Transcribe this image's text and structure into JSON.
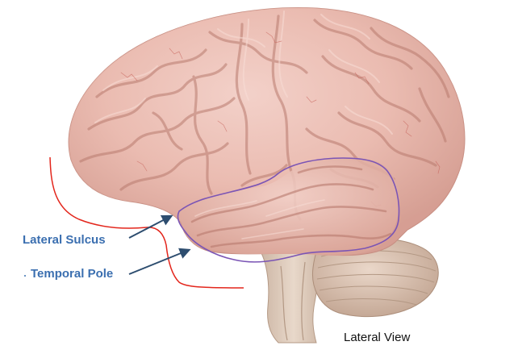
{
  "labels": {
    "lateral_sulcus": "Lateral Sulcus",
    "temporal_pole": "Temporal Pole",
    "view": "Lateral View"
  },
  "colors": {
    "label_text": "#3b6fb0",
    "arrow": "#2d4d6f",
    "annotation_line": "#e3261c",
    "temporal_outline": "#7b55b5",
    "brain_tissue": "#e9b8ae",
    "brain_vessels": "#c35a52",
    "brainstem": "#dccabb",
    "cerebellum": "#d9c3b3"
  },
  "icons": {
    "lateral_sulcus_pointer": "arrow-up-right-icon",
    "temporal_pole_pointer": "arrow-up-right-icon"
  }
}
